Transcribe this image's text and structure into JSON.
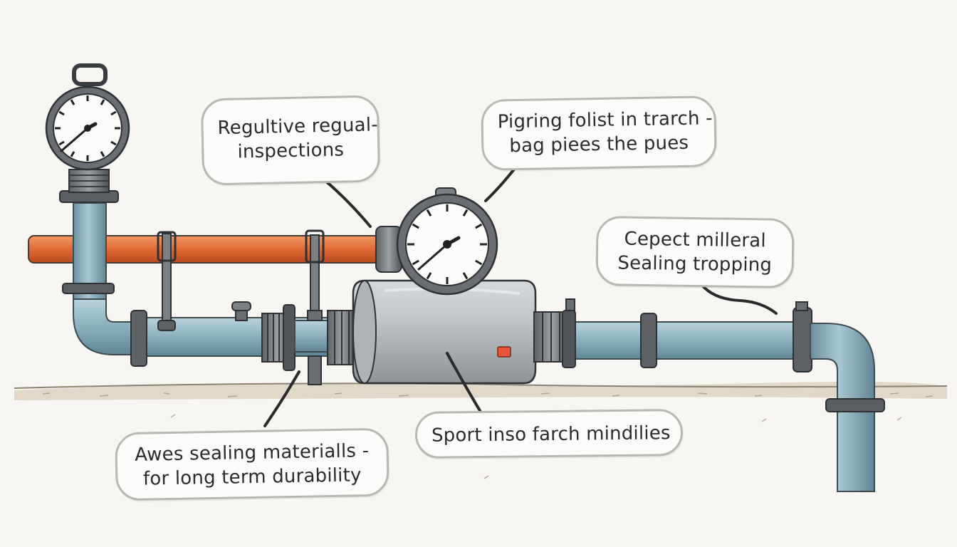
{
  "callouts": [
    {
      "lines": [
        "Regultive regual-",
        "inspections"
      ]
    },
    {
      "lines": [
        "Pigring folist in trarch -",
        "bag piees the pues"
      ]
    },
    {
      "lines": [
        "Cepect milleral",
        "Sealing tropping"
      ]
    },
    {
      "lines": [
        "Awes sealing materialls -",
        "for long term durability"
      ]
    },
    {
      "lines": [
        "Sport inso farch mindilies"
      ]
    }
  ],
  "colors": {
    "pipe_blue": "#8fb3c1",
    "pipe_orange": "#e06a36",
    "tank_gray": "#b9bec2",
    "metal_dark": "#55585c",
    "indicator_red": "#e8553a",
    "ground": "#c9bfa9"
  }
}
